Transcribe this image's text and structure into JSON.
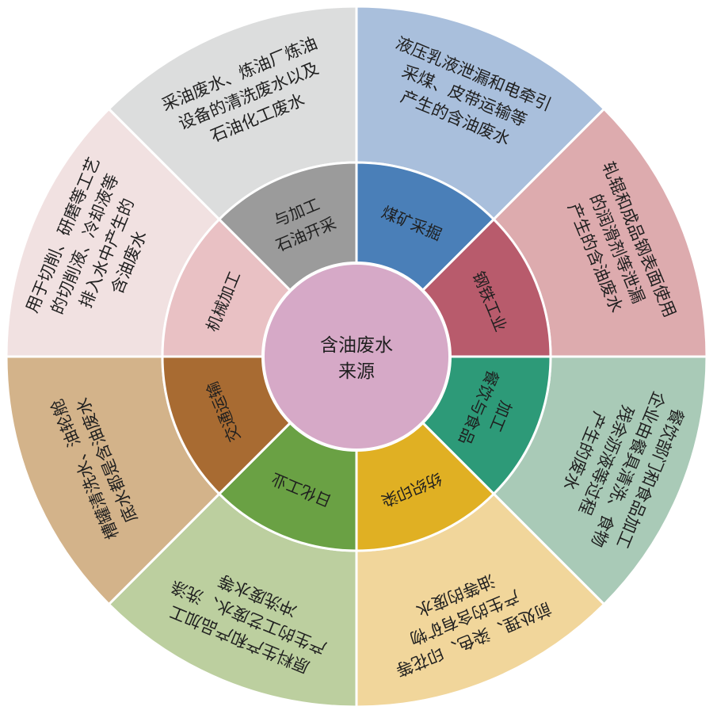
{
  "center": {
    "lines": [
      "含油废水",
      "来源"
    ],
    "color": "#d6a9c7"
  },
  "sectors": [
    {
      "id": "coal-mining",
      "category_lines": [
        "煤矿采掘"
      ],
      "inner_color": "#4a7fb8",
      "outer_color": "#a9bfdc",
      "description_lines": [
        "液压乳液泄漏和电牵引",
        "采煤、皮带运输等",
        "产生的含油废水"
      ]
    },
    {
      "id": "steel-industry",
      "category_lines": [
        "钢铁工业"
      ],
      "inner_color": "#b85b6c",
      "outer_color": "#ddabae",
      "description_lines": [
        "轧辊和成品钢表面使用",
        "的润滑剂等泄漏",
        "产生的含油废水"
      ]
    },
    {
      "id": "food-processing",
      "category_lines": [
        "餐饮与食品",
        "加工"
      ],
      "inner_color": "#2d9a78",
      "outer_color": "#a9cab7",
      "description_lines": [
        "餐饮部门和食品加工",
        "企业由餐具清洗、食物",
        "残余沥液等过程",
        "产生的废水"
      ]
    },
    {
      "id": "textile-dyeing",
      "category_lines": [
        "纺织印染"
      ],
      "inner_color": "#e0b023",
      "outer_color": "#f1d69b",
      "description_lines": [
        "前处理、染色、印花等",
        "产生的含有矿物",
        "油等的废水"
      ]
    },
    {
      "id": "daily-chemical",
      "category_lines": [
        "日化工业"
      ],
      "inner_color": "#6aa144",
      "outer_color": "#bccf9f",
      "description_lines": [
        "原料生产和产品加工",
        "产生的工艺废水、洗涤",
        "冲洗废水等"
      ]
    },
    {
      "id": "transportation",
      "category_lines": [
        "交通运输"
      ],
      "inner_color": "#a86b32",
      "outer_color": "#d3b38a",
      "description_lines": [
        "槽罐清洗水、油轮舱",
        "底水都是含油废水"
      ]
    },
    {
      "id": "machining",
      "category_lines": [
        "机械加工"
      ],
      "inner_color": "#e9c1c4",
      "outer_color": "#f1e1e1",
      "description_lines": [
        "用于切削、研磨等工艺",
        "的切削液、冷却液等",
        "排入水中产生的",
        "含油废水"
      ]
    },
    {
      "id": "petroleum",
      "category_lines": [
        "石油开采",
        "与加工"
      ],
      "inner_color": "#9b9b9b",
      "outer_color": "#dcdddd",
      "description_lines": [
        "采油废水、炼油厂炼油",
        "设备的清洗废水以及",
        "石油化工废水"
      ]
    }
  ]
}
